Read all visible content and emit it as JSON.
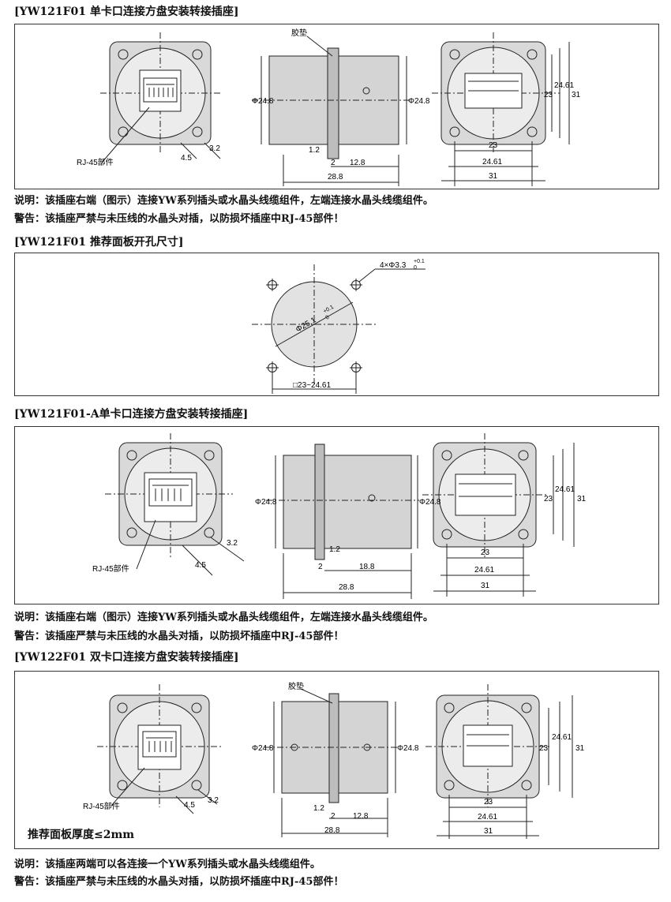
{
  "sections": [
    {
      "title": "[YW121F01 单卡口连接方盘安装转接插座]",
      "labels": {
        "rj45": "RJ-45部件",
        "gasket": "胶垫",
        "dim_4_5": "4.5",
        "dim_3_2": "3.2",
        "dia_left": "Φ24.8",
        "dia_right": "Φ24.8",
        "d_1_2": "1.2",
        "d_2": "2",
        "d_12_8": "12.8",
        "d_28_8": "28.8",
        "d_23_v": "23",
        "d_24_61_v": "24.61",
        "d_31_v": "31",
        "d_23_h": "23",
        "d_24_61_h": "24.61",
        "d_31_h": "31"
      },
      "notes": [
        "说明：该插座右端（图示）连接YW系列插头或水晶头线缆组件，左端连接水晶头线缆组件。",
        "警告：该插座严禁与未压线的水晶头对插，以防损坏插座中RJ-45部件！"
      ]
    },
    {
      "title": "[YW121F01 推荐面板开孔尺寸]",
      "labels": {
        "holes": "4×Φ3.3",
        "holes_tol": "+0.1",
        "holes_tol2": "0",
        "bore": "Φ25.1",
        "bore_tol": "+0.1",
        "bore_tol2": "0",
        "square": "□23~24.61"
      }
    },
    {
      "title": "[YW121F01-A单卡口连接方盘安装转接插座]",
      "labels": {
        "rj45": "RJ-45部件",
        "dim_4_5": "4.5",
        "dim_3_2": "3.2",
        "dia_left": "Φ24.8",
        "dia_right": "Φ24.8",
        "d_1_2": "1.2",
        "d_2": "2",
        "d_12_8": "18.8",
        "d_28_8": "28.8",
        "d_23_v": "23",
        "d_24_61_v": "24.61",
        "d_31_v": "31",
        "d_23_h": "23",
        "d_24_61_h": "24.61",
        "d_31_h": "31"
      },
      "notes": [
        "说明：该插座右端（图示）连接YW系列插头或水晶头线缆组件，左端连接水晶头线缆组件。",
        "警告：该插座严禁与未压线的水晶头对插，以防损坏插座中RJ-45部件！"
      ]
    },
    {
      "title": "[YW122F01 双卡口连接方盘安装转接插座]",
      "labels": {
        "rj45": "RJ-45部件",
        "gasket": "胶垫",
        "dim_4_5": "4.5",
        "dim_3_2": "3.2",
        "dia_left": "Φ24.8",
        "dia_right": "Φ24.8",
        "d_1_2": "1.2",
        "d_2": "2",
        "d_12_8": "12.8",
        "d_28_8": "28.8",
        "d_23_v": "23",
        "d_24_61_v": "24.61",
        "d_31_v": "31",
        "d_23_h": "23",
        "d_24_61_h": "24.61",
        "d_31_h": "31"
      },
      "thickness": "推荐面板厚度≤2mm",
      "notes": [
        "说明：该插座两端可以各连接一个YW系列插头或水晶头线缆组件。",
        "警告：该插座严禁与未压线的水晶头对插，以防损坏插座中RJ-45部件！"
      ]
    }
  ]
}
